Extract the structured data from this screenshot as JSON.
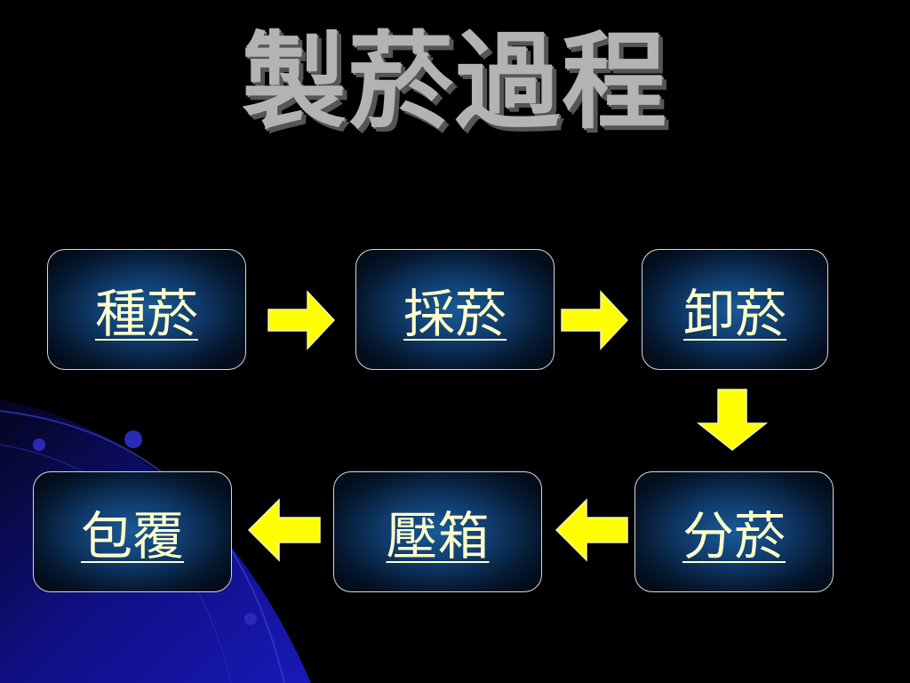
{
  "slide": {
    "title": "製菸過程"
  },
  "steps": [
    {
      "label": "種菸"
    },
    {
      "label": "採菸"
    },
    {
      "label": "卸菸"
    },
    {
      "label": "分菸"
    },
    {
      "label": "壓箱"
    },
    {
      "label": "包覆"
    }
  ],
  "colors": {
    "background": "#000000",
    "title": "#b3b3b3",
    "link_text": "#ffffcc",
    "arrow_fill": "#ffff00",
    "box_glow": "#1a5a96",
    "box_border": "#d9d9d9",
    "swoosh": "#1a1aa8"
  }
}
